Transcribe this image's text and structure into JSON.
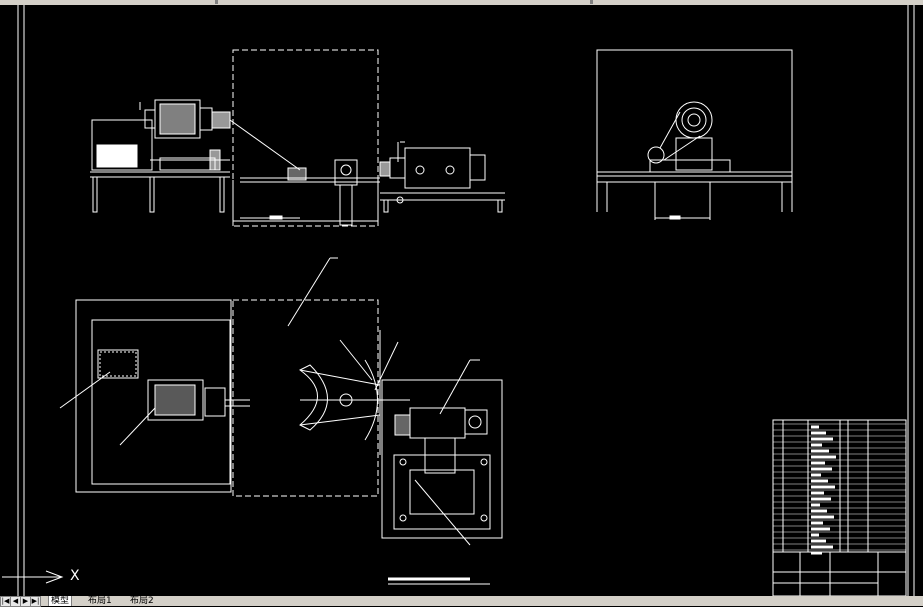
{
  "window": {
    "title": ""
  },
  "ucs": {
    "x_label": "X",
    "icon": "ucs-axis-icon"
  },
  "tabs": [
    {
      "label": "模型",
      "active": true
    },
    {
      "label": "布局1",
      "active": false
    },
    {
      "label": "布局2",
      "active": false
    }
  ],
  "nav_icons": [
    "first-tab-icon",
    "prev-tab-icon",
    "next-tab-icon",
    "last-tab-icon"
  ],
  "colors": {
    "background": "#000000",
    "lines": "#ffffff",
    "ui_gray": "#d4d0c8"
  }
}
